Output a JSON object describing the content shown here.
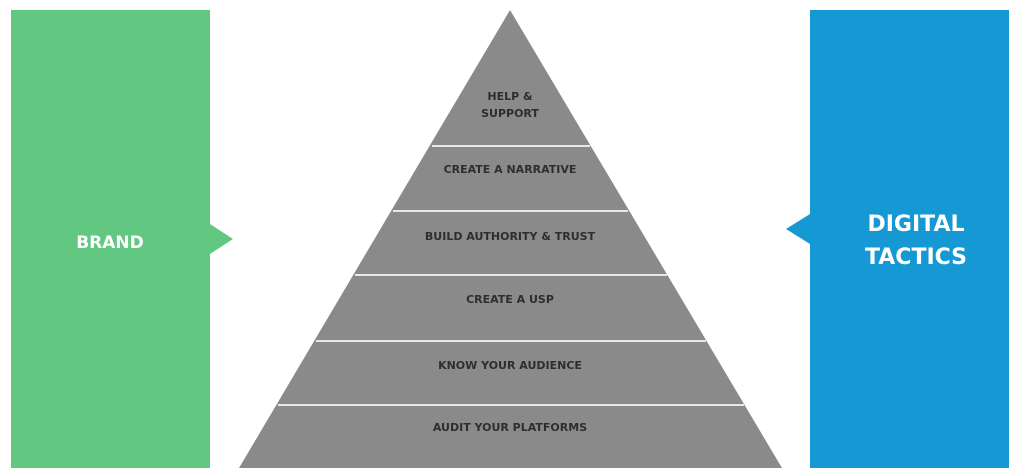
{
  "colors": {
    "brand_panel": "#62c881",
    "tactics_panel": "#1598d4",
    "pyramid_fill": "#8a8a8a",
    "divider": "#e8e8e8",
    "level_text": "#2e2e2e",
    "panel_text": "#ffffff"
  },
  "left_panel": {
    "label": "BRAND"
  },
  "right_panel": {
    "label_lines": [
      "DIGITAL",
      "TACTICS"
    ]
  },
  "pyramid": {
    "levels_top_to_bottom": [
      {
        "lines": [
          "HELP &",
          "SUPPORT"
        ]
      },
      {
        "lines": [
          "CREATE A NARRATIVE"
        ]
      },
      {
        "lines": [
          "BUILD AUTHORITY & TRUST"
        ]
      },
      {
        "lines": [
          "CREATE A USP"
        ]
      },
      {
        "lines": [
          "KNOW YOUR AUDIENCE"
        ]
      },
      {
        "lines": [
          "AUDIT YOUR PLATFORMS"
        ]
      }
    ]
  }
}
